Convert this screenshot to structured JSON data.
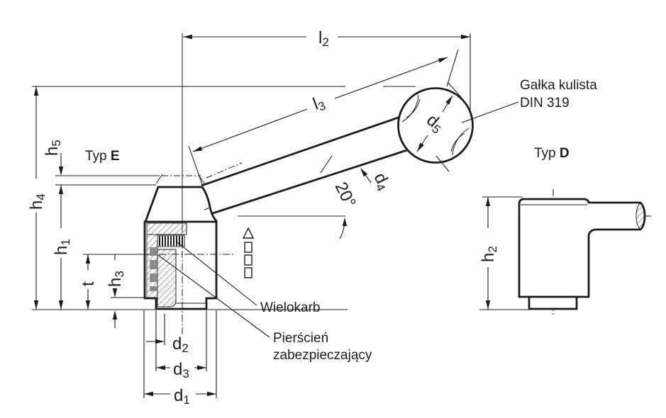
{
  "annotations": {
    "typ_e_prefix": "Typ ",
    "typ_e_bold": "E",
    "typ_d_prefix": "Typ ",
    "typ_d_bold": "D",
    "knob_note_line1": "Gałka kulista",
    "knob_note_line2": "DIN 319",
    "spline_note": "Wielokarb",
    "ring_note_line1": "Pierścień",
    "ring_note_line2": "zabezpieczający",
    "angle_label": "20°"
  },
  "dimensions": {
    "l2": {
      "base": "l",
      "sub": "2"
    },
    "l3": {
      "base": "l",
      "sub": "3"
    },
    "h1": {
      "base": "h",
      "sub": "1"
    },
    "h2": {
      "base": "h",
      "sub": "2"
    },
    "h3": {
      "base": "h",
      "sub": "3"
    },
    "h4": {
      "base": "h",
      "sub": "4"
    },
    "h5": {
      "base": "h",
      "sub": "5"
    },
    "d1": {
      "base": "d",
      "sub": "1"
    },
    "d2": {
      "base": "d",
      "sub": "2"
    },
    "d3": {
      "base": "d",
      "sub": "3"
    },
    "d4": {
      "base": "d",
      "sub": "4"
    },
    "d5": {
      "base": "d",
      "sub": "5"
    },
    "t": {
      "base": "t",
      "sub": ""
    }
  },
  "colors": {
    "ink": "#1d1d1d",
    "background": "#ffffff",
    "retaining_ring_fill": "#8c8c8c"
  }
}
